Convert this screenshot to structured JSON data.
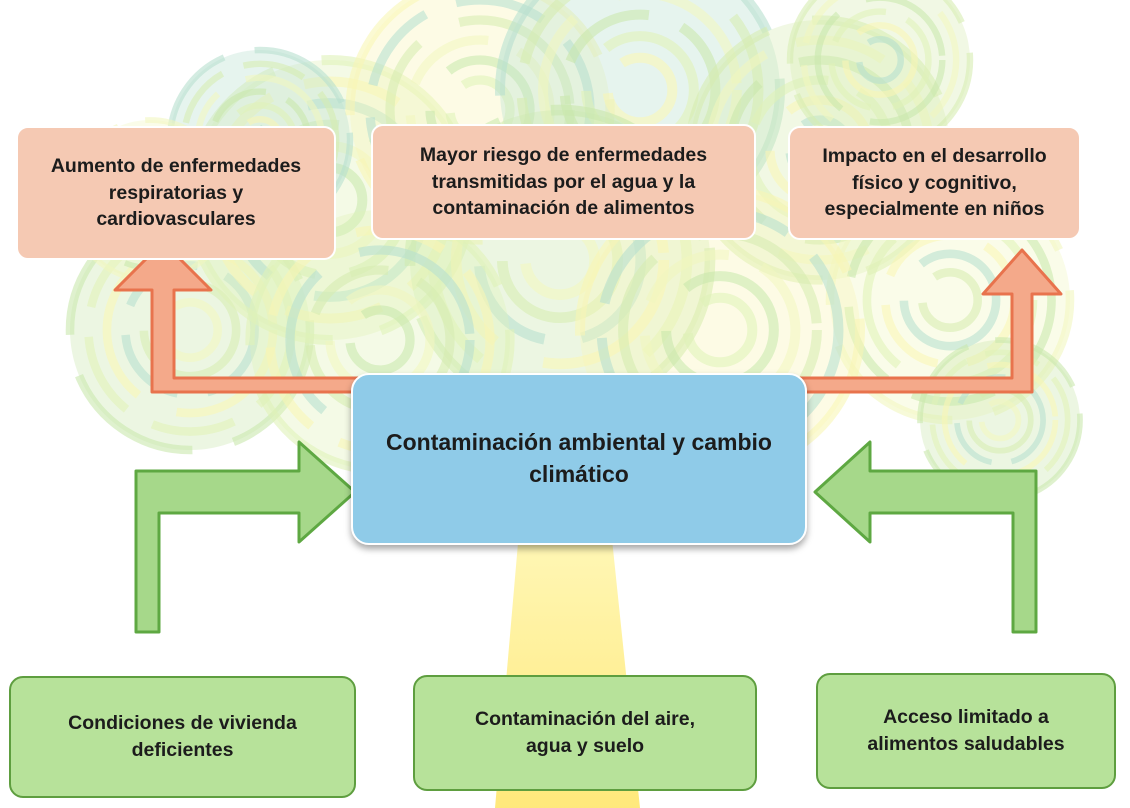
{
  "diagram": {
    "center": {
      "text": "Contaminación ambiental y cambio climático"
    },
    "effects": [
      {
        "text": "Aumento de enfermedades respiratorias y cardiovasculares"
      },
      {
        "text": "Mayor riesgo de enfermedades transmitidas por el agua y la contaminación de alimentos"
      },
      {
        "text": "Impacto en el desarrollo físico y cognitivo, especialmente en niños"
      }
    ],
    "causes": [
      {
        "text": "Condiciones de vivienda deficientes"
      },
      {
        "text": "Contaminación del aire, agua y suelo"
      },
      {
        "text": "Acceso limitado a alimentos saludables"
      }
    ]
  },
  "colors": {
    "effect_box": "#f5c9b3",
    "cause_box": "#b7e29a",
    "cause_border": "#5e9e3f",
    "center_box": "#8fcbe8",
    "effect_arrow_fill": "#f4a98a",
    "effect_arrow_stroke": "#e8734d",
    "cause_arrow_fill": "#a6d88a",
    "cause_arrow_stroke": "#5ea842"
  },
  "background": {
    "illustration": "tree-of-concentric-circles"
  }
}
